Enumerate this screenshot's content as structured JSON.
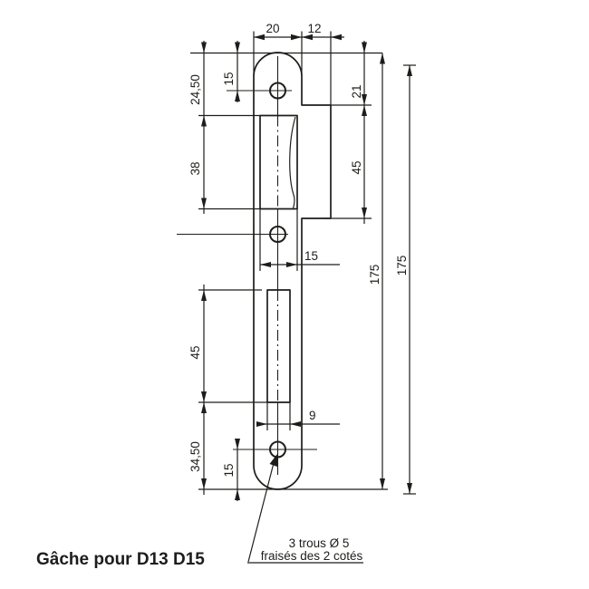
{
  "title": "Gâche pour D13 D15",
  "note": {
    "line1": "3 trous Ø 5",
    "line2": "fraisés des 2 cotés"
  },
  "dims": {
    "top_width": "20",
    "flange_width": "12",
    "top_hole_offset": "15",
    "top_to_cutout": "24,50",
    "upper_cutout_height": "38",
    "upper_cutout_width": "15",
    "flange_top_offset": "21",
    "flange_height": "45",
    "lower_cutout_height": "45",
    "lower_cutout_width": "9",
    "bottom_section_height": "34,50",
    "bottom_hole_offset": "15",
    "overall_height_a": "175",
    "overall_height_b": "175"
  },
  "colors": {
    "line": "#1d1d1b",
    "background": "#ffffff"
  }
}
